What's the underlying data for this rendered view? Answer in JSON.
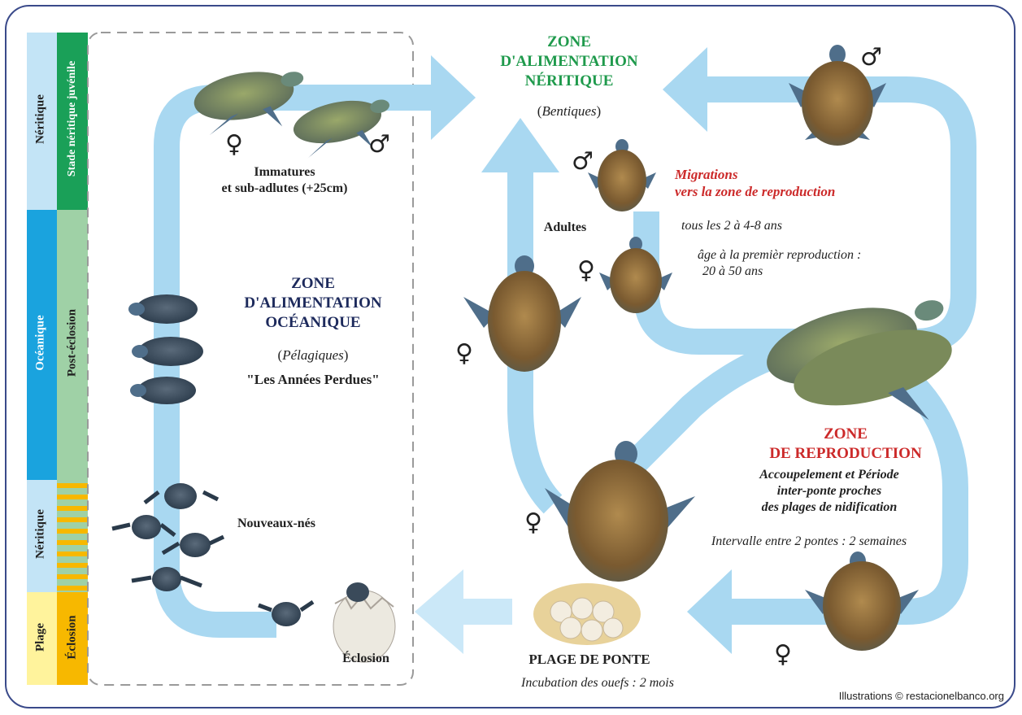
{
  "left_bar": {
    "habitat": [
      "Néritique",
      "Océanique",
      "Néritique",
      "Plage"
    ],
    "stage": [
      "Stade néritique juvénile",
      "Post-éclosion",
      "Éclosion"
    ]
  },
  "zones": {
    "neritic": {
      "line1": "ZONE",
      "line2": "D'ALIMENTATION",
      "line3": "NÉRITIQUE",
      "sub": "Bentiques"
    },
    "oceanic": {
      "line1": "ZONE",
      "line2": "D'ALIMENTATION",
      "line3": "OCÉANIQUE",
      "sub": "Pélagiques",
      "quote": "\"Les Années Perdues\""
    },
    "reproduction": {
      "line1": "ZONE",
      "line2": "DE REPRODUCTION",
      "desc1": "Accoupelement et Période",
      "desc2": "inter-ponte proches",
      "desc3": "des plages de nidification",
      "interval": "Intervalle entre 2 pontes : 2 semaines"
    },
    "beach": {
      "title": "PLAGE DE PONTE",
      "incubation": "Incubation des ouefs  : 2 mois"
    }
  },
  "labels": {
    "immatures1": "Immatures",
    "immatures2": "et sub-adlutes (+25cm)",
    "adultes": "Adultes",
    "migrations1": "Migrations",
    "migrations2": "vers la zone de reproduction",
    "frequency": "tous les 2 à 4-8 ans",
    "age1": "âge à la premièr reproduction :",
    "age2": "20 à 50 ans",
    "newborns": "Nouveaux-nés",
    "hatching": "Éclosion"
  },
  "symbols": {
    "female": "♀",
    "male": "♂"
  },
  "credit": "Illustrations © restacionelbanco.org",
  "colors": {
    "frame": "#3a4a8a",
    "arrow": "#a9d8f1",
    "arrow_light": "#cbe8f8",
    "neritic_bar": "#c3e4f6",
    "oceanic_bar": "#1aa3de",
    "beach_bar": "#fff39c",
    "juvenile_bar": "#1aa058",
    "post_hatch_bar": "#9fd1a6",
    "hatch_bar": "#f7b800",
    "green_title": "#1f9a4c",
    "navy_title": "#1d2a5c",
    "red_title": "#cc2a2a",
    "turtle_shell": "#8a6a3a",
    "turtle_skin": "#4f6e8a"
  }
}
